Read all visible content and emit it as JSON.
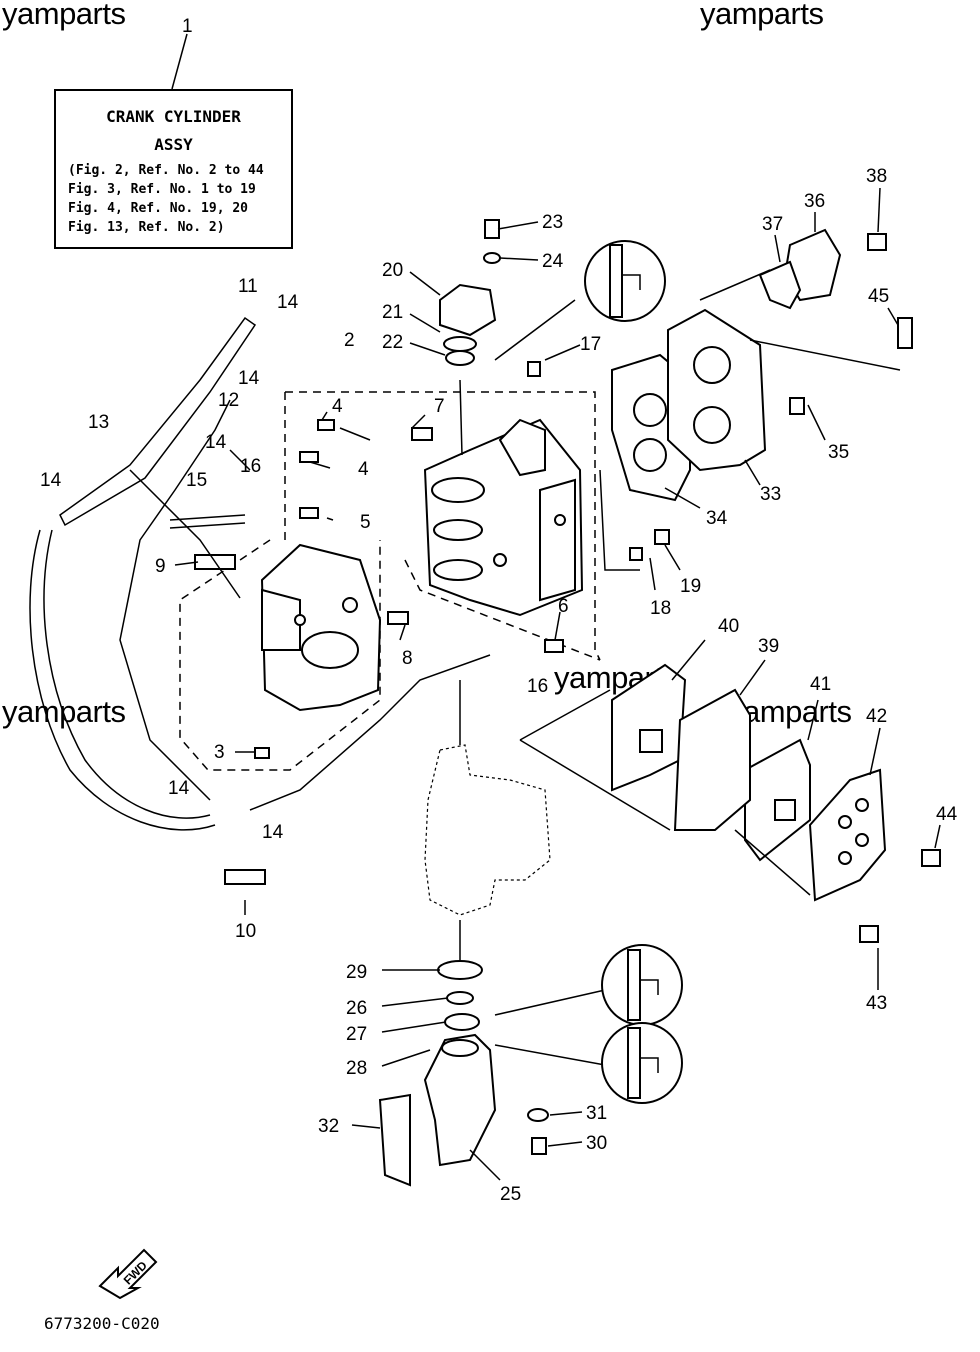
{
  "watermarks": [
    "yamparts",
    "yamparts",
    "yamparts",
    "yamparts",
    "yamparts"
  ],
  "assembly_box": {
    "title_line1": "CRANK CYLINDER",
    "title_line2": "ASSY",
    "refs": [
      "(Fig. 2, Ref. No. 2 to 44",
      " Fig. 3, Ref. No. 1 to 19",
      " Fig. 4, Ref. No. 19, 20",
      " Fig. 13, Ref. No. 2)"
    ]
  },
  "fwd_label": "FWD",
  "figure_code": "6773200-C020",
  "callouts": {
    "n1": "1",
    "n2": "2",
    "n3": "3",
    "n4a": "4",
    "n4b": "4",
    "n5": "5",
    "n6": "6",
    "n7": "7",
    "n8": "8",
    "n9": "9",
    "n10": "10",
    "n11": "11",
    "n12": "12",
    "n13": "13",
    "n14a": "14",
    "n14b": "14",
    "n14c": "14",
    "n14d": "14",
    "n14e": "14",
    "n14f": "14",
    "n15": "15",
    "n16a": "16",
    "n16b": "16",
    "n17": "17",
    "n18": "18",
    "n19": "19",
    "n20": "20",
    "n21": "21",
    "n22": "22",
    "n23": "23",
    "n24": "24",
    "n25": "25",
    "n26": "26",
    "n27": "27",
    "n28": "28",
    "n29": "29",
    "n30": "30",
    "n31": "31",
    "n32": "32",
    "n33": "33",
    "n34": "34",
    "n35": "35",
    "n36": "36",
    "n37": "37",
    "n38": "38",
    "n39": "39",
    "n40": "40",
    "n41": "41",
    "n42": "42",
    "n43": "43",
    "n44": "44",
    "n45": "45"
  }
}
